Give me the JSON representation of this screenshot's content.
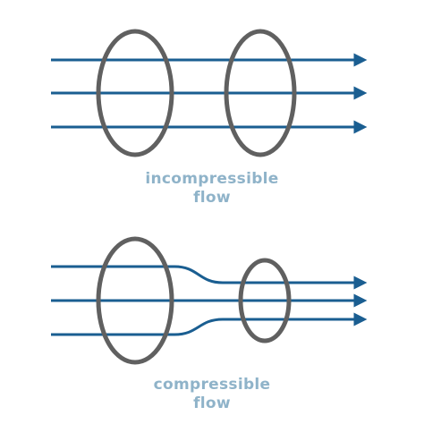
{
  "colors": {
    "streamline": "#1a5e91",
    "ring": "#606060",
    "caption": "#8fb3c9",
    "background": "#ffffff"
  },
  "diagrams": {
    "incompressible": {
      "caption_line1": "incompressible",
      "caption_line2": "flow"
    },
    "compressible": {
      "caption_line1": "compressible",
      "caption_line2": "flow"
    }
  }
}
